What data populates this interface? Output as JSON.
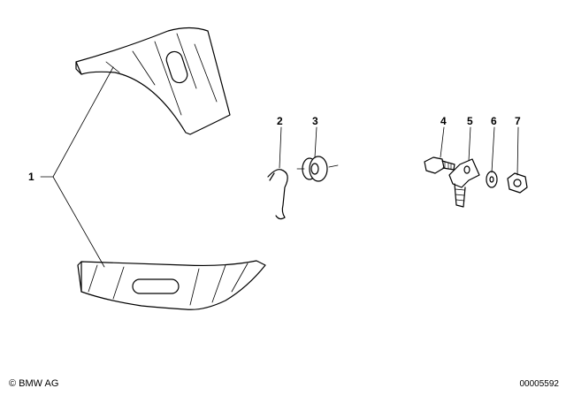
{
  "diagram": {
    "callouts": [
      {
        "id": "1",
        "text": "1"
      },
      {
        "id": "2",
        "text": "2"
      },
      {
        "id": "3",
        "text": "3"
      },
      {
        "id": "4",
        "text": "4"
      },
      {
        "id": "5",
        "text": "5"
      },
      {
        "id": "6",
        "text": "6"
      },
      {
        "id": "7",
        "text": "7"
      }
    ]
  },
  "footer": {
    "copyright": "© BMW AG",
    "image_number": "00005592"
  },
  "colors": {
    "ink": "#000000",
    "paper": "#ffffff"
  }
}
